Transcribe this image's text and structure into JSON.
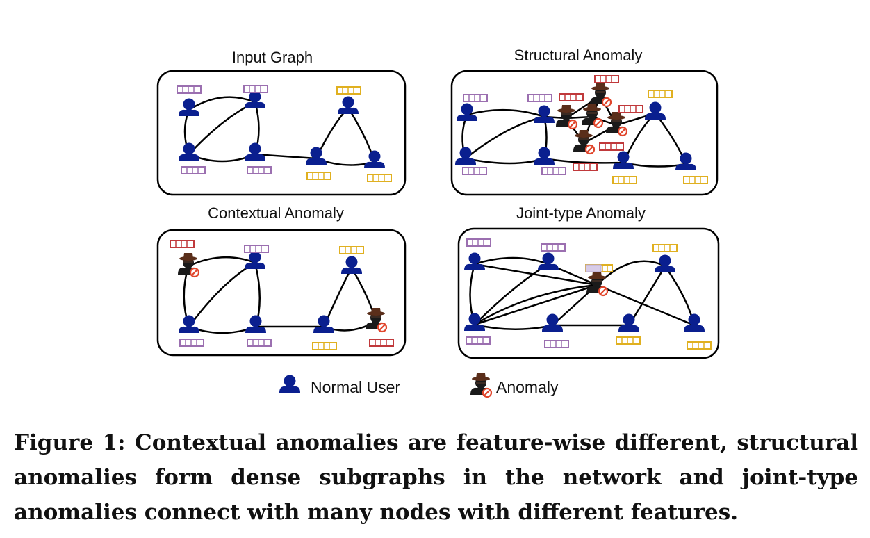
{
  "panels": {
    "input": "Input Graph",
    "structural": "Structural Anomaly",
    "contextual": "Contextual Anomaly",
    "joint": "Joint-type Anomaly"
  },
  "legend": {
    "normal": "Normal User",
    "anomaly": "Anomaly"
  },
  "caption": {
    "label": "Figure 1:",
    "text": "Contextual anomalies are feature-wise different, structural anomalies form dense subgraphs in the network and joint-type anomalies connect with many nodes with different features."
  },
  "colors": {
    "normal_user": "#0a1f8f",
    "anomaly_icon": "#1a1a1a",
    "anomaly_hat": "#5a2e1a",
    "no_sign": "#e0452b",
    "feature_purple": "#9b6fb0",
    "feature_yellow": "#e0b020",
    "feature_red": "#c0393b"
  }
}
